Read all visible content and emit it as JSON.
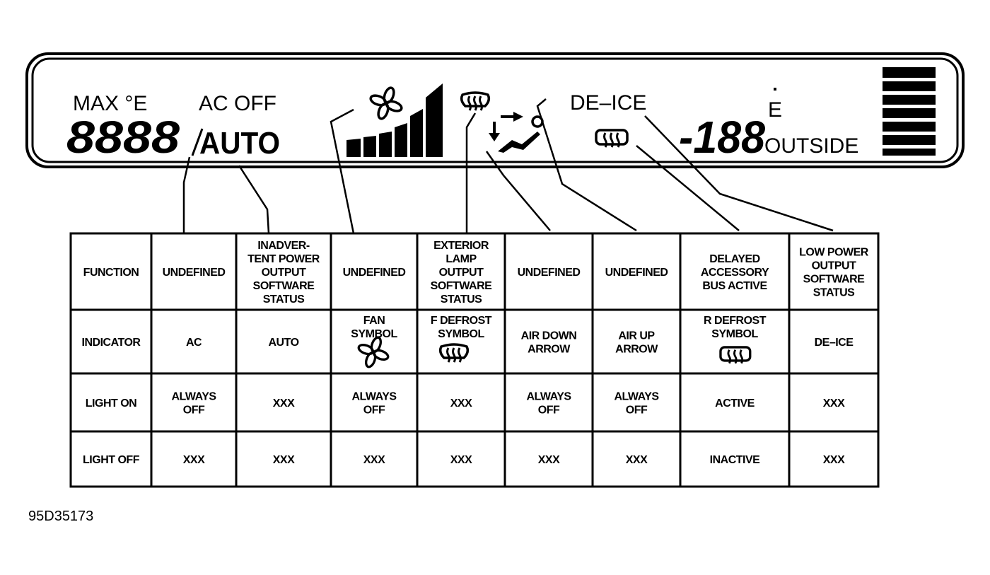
{
  "display": {
    "max_temp": "MAX °E",
    "ac_off": "AC OFF",
    "temp_digits": "8888",
    "auto": "AUTO",
    "de_ice": "DE–ICE",
    "outside_digits": "-188",
    "outside": "OUTSIDE",
    "e_marker": "E"
  },
  "table": {
    "rows": [
      {
        "label": "FUNCTION",
        "cells": [
          [
            "UNDEFINED"
          ],
          [
            "INADVER-",
            "TENT POWER",
            "OUTPUT",
            "SOFTWARE",
            "STATUS"
          ],
          [
            "UNDEFINED"
          ],
          [
            "EXTERIOR",
            "LAMP",
            "OUTPUT",
            "SOFTWARE",
            "STATUS"
          ],
          [
            "UNDEFINED"
          ],
          [
            "UNDEFINED"
          ],
          [
            "DELAYED",
            "ACCESSORY",
            "BUS ACTIVE"
          ],
          [
            "LOW POWER",
            "OUTPUT",
            "SOFTWARE",
            "STATUS"
          ]
        ]
      },
      {
        "label": "INDICATOR",
        "cells": [
          [
            "AC"
          ],
          [
            "AUTO"
          ],
          [
            "FAN",
            "SYMBOL"
          ],
          [
            "F DEFROST",
            "SYMBOL"
          ],
          [
            "AIR DOWN",
            "ARROW"
          ],
          [
            "AIR UP",
            "ARROW"
          ],
          [
            "R DEFROST",
            "SYMBOL"
          ],
          [
            "DE–ICE"
          ]
        ]
      },
      {
        "label": "LIGHT ON",
        "cells": [
          [
            "ALWAYS",
            "OFF"
          ],
          [
            "XXX"
          ],
          [
            "ALWAYS",
            "OFF"
          ],
          [
            "XXX"
          ],
          [
            "ALWAYS",
            "OFF"
          ],
          [
            "ALWAYS",
            "OFF"
          ],
          [
            "ACTIVE"
          ],
          [
            "XXX"
          ]
        ]
      },
      {
        "label": "LIGHT OFF",
        "cells": [
          [
            "XXX"
          ],
          [
            "XXX"
          ],
          [
            "XXX"
          ],
          [
            "XXX"
          ],
          [
            "XXX"
          ],
          [
            "XXX"
          ],
          [
            "INACTIVE"
          ],
          [
            "XXX"
          ]
        ]
      }
    ]
  },
  "figure_id": "95D35173",
  "icons": [
    "fan-icon",
    "front-defrost-icon",
    "air-down-arrow-icon",
    "air-up-arrow-icon",
    "rear-defrost-icon",
    "fan-level-bars",
    "temperature-bar-scale"
  ]
}
